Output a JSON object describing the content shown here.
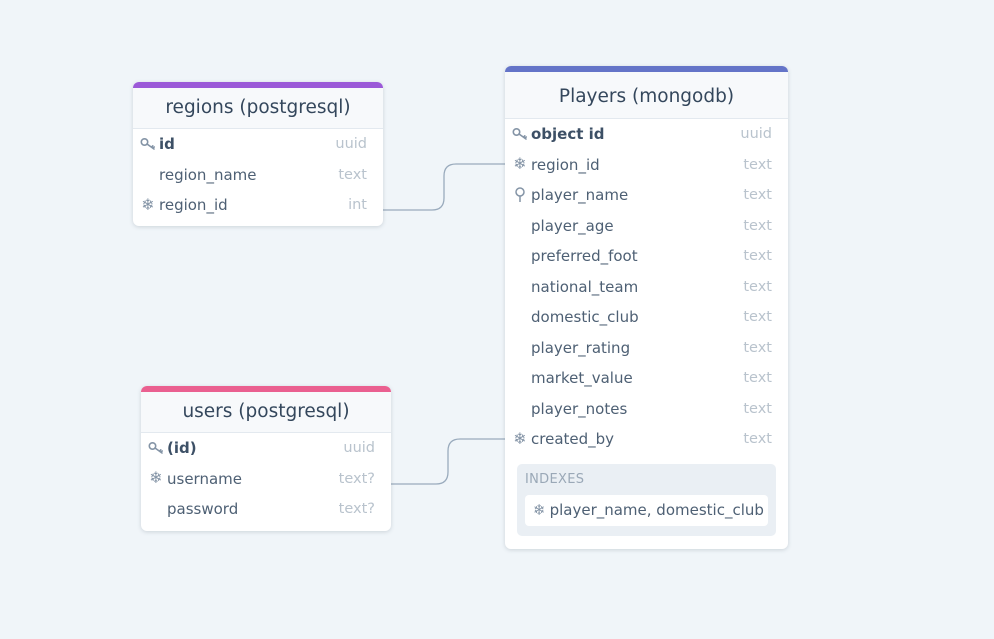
{
  "colors": {
    "background": "#f0f5f9",
    "regions_accent": "#9b59d8",
    "users_accent": "#ea6090",
    "players_accent": "#6474c8",
    "edge": "#9aabbd"
  },
  "regions": {
    "title": "regions (postgresql)",
    "fields": [
      {
        "name": "id",
        "type": "uuid",
        "icon": "key-icon",
        "pk": true
      },
      {
        "name": "region_name",
        "type": "text",
        "icon": "",
        "pk": false
      },
      {
        "name": "region_id",
        "type": "int",
        "icon": "snowflake-icon",
        "pk": false
      }
    ]
  },
  "users": {
    "title": "users (postgresql)",
    "fields": [
      {
        "name": "(id)",
        "type": "uuid",
        "icon": "key-icon",
        "pk": true
      },
      {
        "name": "username",
        "type": "text?",
        "icon": "snowflake-icon",
        "pk": false
      },
      {
        "name": "password",
        "type": "text?",
        "icon": "",
        "pk": false
      }
    ]
  },
  "players": {
    "title": "Players (mongodb)",
    "fields": [
      {
        "name": "object id",
        "type": "uuid",
        "icon": "key-icon",
        "pk": true
      },
      {
        "name": "region_id",
        "type": "text",
        "icon": "snowflake-icon",
        "pk": false
      },
      {
        "name": "player_name",
        "type": "text",
        "icon": "pin-icon",
        "pk": false
      },
      {
        "name": "player_age",
        "type": "text",
        "icon": "",
        "pk": false
      },
      {
        "name": "preferred_foot",
        "type": "text",
        "icon": "",
        "pk": false
      },
      {
        "name": "national_team",
        "type": "text",
        "icon": "",
        "pk": false
      },
      {
        "name": "domestic_club",
        "type": "text",
        "icon": "",
        "pk": false
      },
      {
        "name": "player_rating",
        "type": "text",
        "icon": "",
        "pk": false
      },
      {
        "name": "market_value",
        "type": "text",
        "icon": "",
        "pk": false
      },
      {
        "name": "player_notes",
        "type": "text",
        "icon": "",
        "pk": false
      },
      {
        "name": "created_by",
        "type": "text",
        "icon": "snowflake-icon",
        "pk": false
      }
    ],
    "indexes_label": "INDEXES",
    "indexes": [
      "player_name, domestic_club"
    ]
  }
}
